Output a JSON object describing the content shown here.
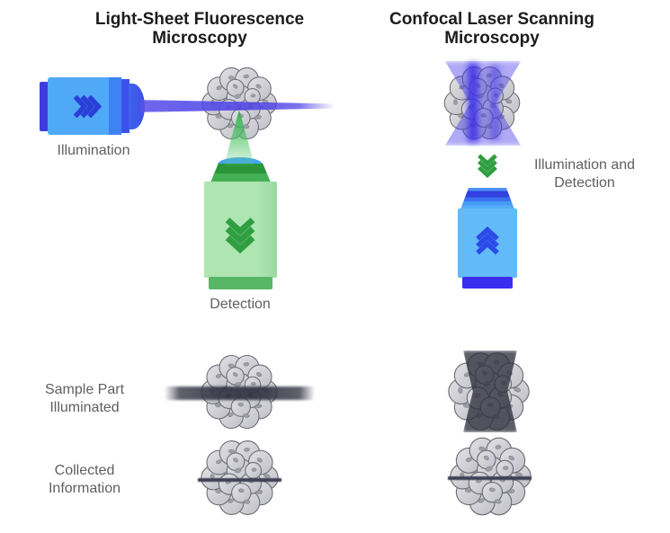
{
  "columns": {
    "lsfm": {
      "title_line1": "Light-Sheet Fluorescence",
      "title_line2": "Microscopy",
      "illumination_label": "Illumination",
      "detection_label": "Detection"
    },
    "clsm": {
      "title_line1": "Confocal Laser Scanning",
      "title_line2": "Microscopy",
      "illumination_detection_line1": "Illumination and",
      "illumination_detection_line2": "Detection"
    }
  },
  "row_labels": {
    "sample_part_line1": "Sample Part",
    "sample_part_line2": "Illuminated",
    "collected_line1": "Collected",
    "collected_line2": "Information"
  },
  "icons": {
    "laser_chevrons": "chevrons-right-icon",
    "detection_chevrons": "chevrons-down-icon",
    "confocal_direction_chevrons": "chevrons-down-icon",
    "confocal_objective_chevrons": "chevrons-up-icon"
  },
  "colors": {
    "title_text": "#1c1c1c",
    "label_text": "#5f5f5f",
    "laser_body_blue": "#4FA9F7",
    "laser_cap_indigo": "#3E3BE0",
    "laser_chevron_blue": "#2B3FD8",
    "light_sheet_beam": "#5348E7",
    "fluorescence_cone_green": "#2FB44B",
    "detection_objective_body": "#A8E1AA",
    "detection_objective_dark": "#2B9639",
    "detection_objective_base": "#57B766",
    "detection_lens_blue": "#45A5F3",
    "confocal_objective_body": "#63BAF8",
    "confocal_objective_chevron": "#2B4AE8",
    "confocal_objective_base": "#3B2DF0",
    "confocal_excitation_blue": "#4438E8",
    "illuminated_region_dark": "#3A3A4E",
    "collected_line_dark": "#3F3F55",
    "cell_gray": "#CFCFD5"
  }
}
